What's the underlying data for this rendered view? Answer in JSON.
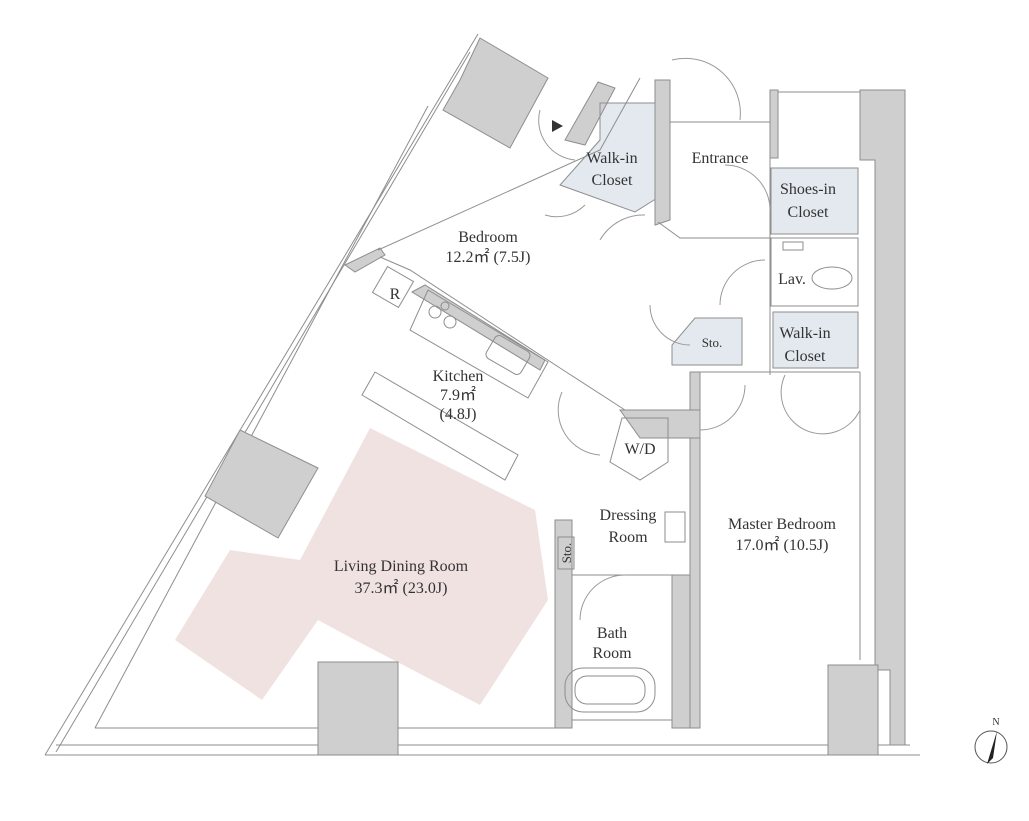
{
  "colors": {
    "wall": "#cfcfcf",
    "closet": "#e3e9ef",
    "rug": "#f1e2e2",
    "line": "#8e8e8e"
  },
  "rooms": {
    "bedroom": {
      "name": "Bedroom",
      "area": "12.2㎡  (7.5J)"
    },
    "walkin_1": {
      "line1": "Walk-in",
      "line2": "Closet"
    },
    "entrance": {
      "name": "Entrance"
    },
    "shoes_in": {
      "line1": "Shoes-in",
      "line2": "Closet"
    },
    "lav": {
      "name": "Lav."
    },
    "sto_1": {
      "name": "Sto."
    },
    "walkin_2": {
      "line1": "Walk-in",
      "line2": "Closet"
    },
    "fridge": {
      "name": "R"
    },
    "kitchen": {
      "name": "Kitchen",
      "area": "7.9㎡",
      "jyo": "(4.8J)"
    },
    "wd": {
      "name": "W/D"
    },
    "dressing": {
      "line1": "Dressing",
      "line2": "Room"
    },
    "sto_2": {
      "name": "Sto."
    },
    "master": {
      "name": "Master Bedroom",
      "area": "17.0㎡  (10.5J)"
    },
    "ldr": {
      "name": "Living Dining Room",
      "area": "37.3㎡  (23.0J)"
    },
    "bath": {
      "line1": "Bath",
      "line2": "Room"
    }
  },
  "compass": {
    "label": "N",
    "icon": "north-arrow-icon"
  }
}
